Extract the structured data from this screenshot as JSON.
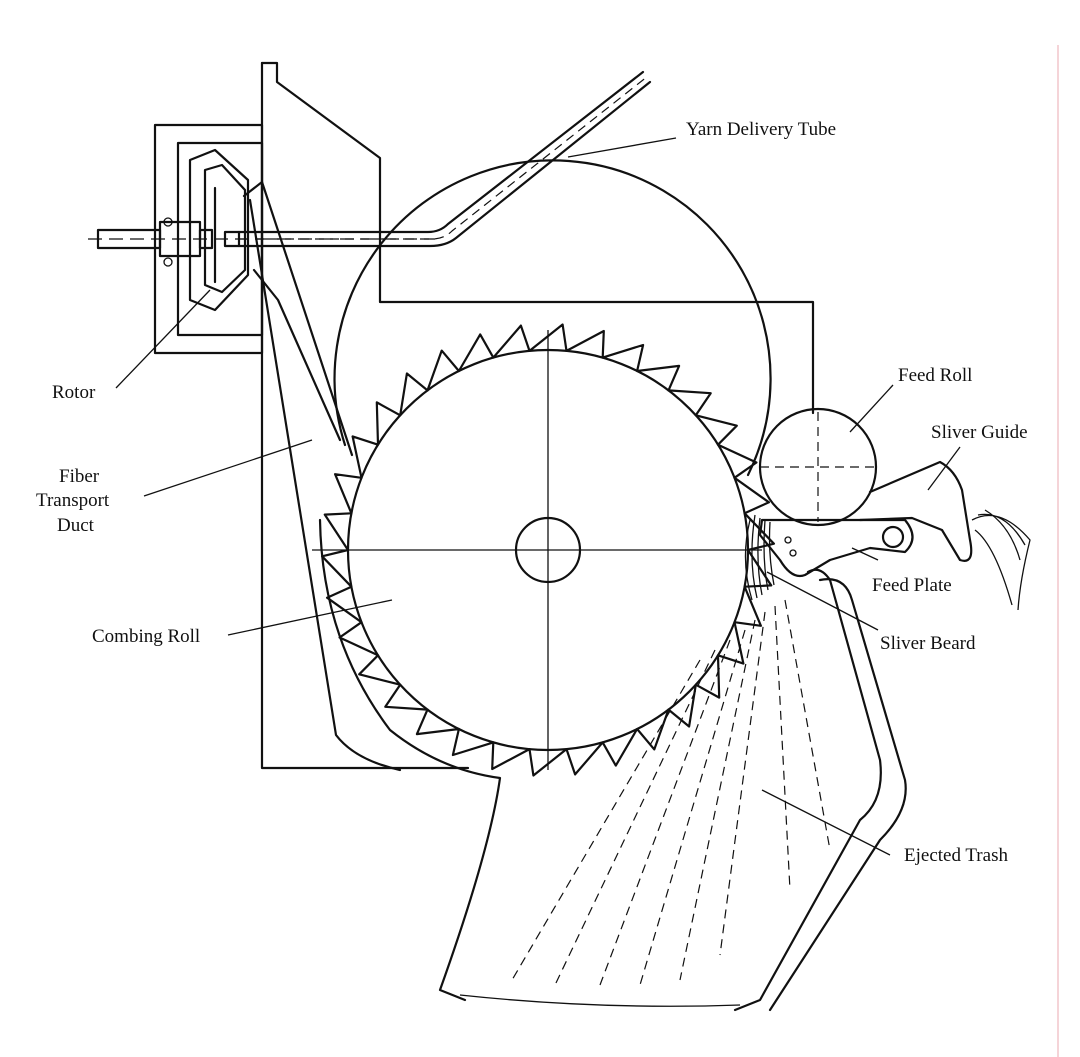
{
  "labels": {
    "yarn_delivery_tube": "Yarn Delivery Tube",
    "rotor": "Rotor",
    "fiber_transport_duct_1": "Fiber",
    "fiber_transport_duct_2": "Transport",
    "fiber_transport_duct_3": "Duct",
    "combing_roll": "Combing Roll",
    "feed_roll": "Feed Roll",
    "sliver_guide": "Sliver Guide",
    "feed_plate": "Feed Plate",
    "sliver_beard": "Sliver Beard",
    "ejected_trash": "Ejected Trash"
  },
  "colors": {
    "line": "#111111",
    "background": "#ffffff",
    "page_edge": "#f2c6cc"
  }
}
